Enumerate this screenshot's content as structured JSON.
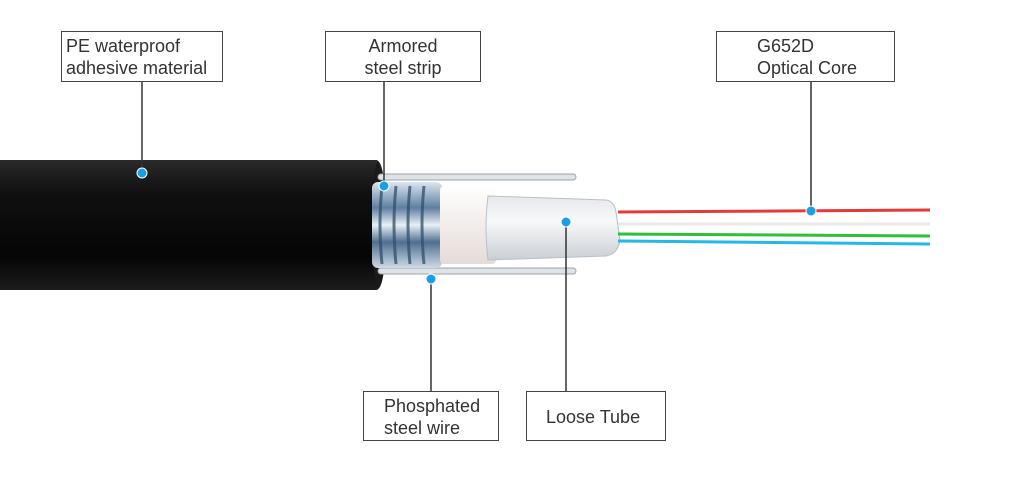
{
  "labels": {
    "pe": {
      "line1": "PE waterproof",
      "line2": "adhesive material"
    },
    "armor": {
      "line1": "Armored",
      "line2": "steel strip"
    },
    "core": {
      "line1": "G652D",
      "line2": "Optical Core"
    },
    "phosphated": {
      "line1": "Phosphated",
      "line2": "steel wire"
    },
    "loose_tube": {
      "line1": "Loose Tube"
    }
  },
  "colors": {
    "jacket": "#0b0b0b",
    "leader": "#333333",
    "marker": "#1a9ee6",
    "fiber_red": "#e23b3b",
    "fiber_green": "#2fbf3a",
    "fiber_cyan": "#25b7e8"
  }
}
